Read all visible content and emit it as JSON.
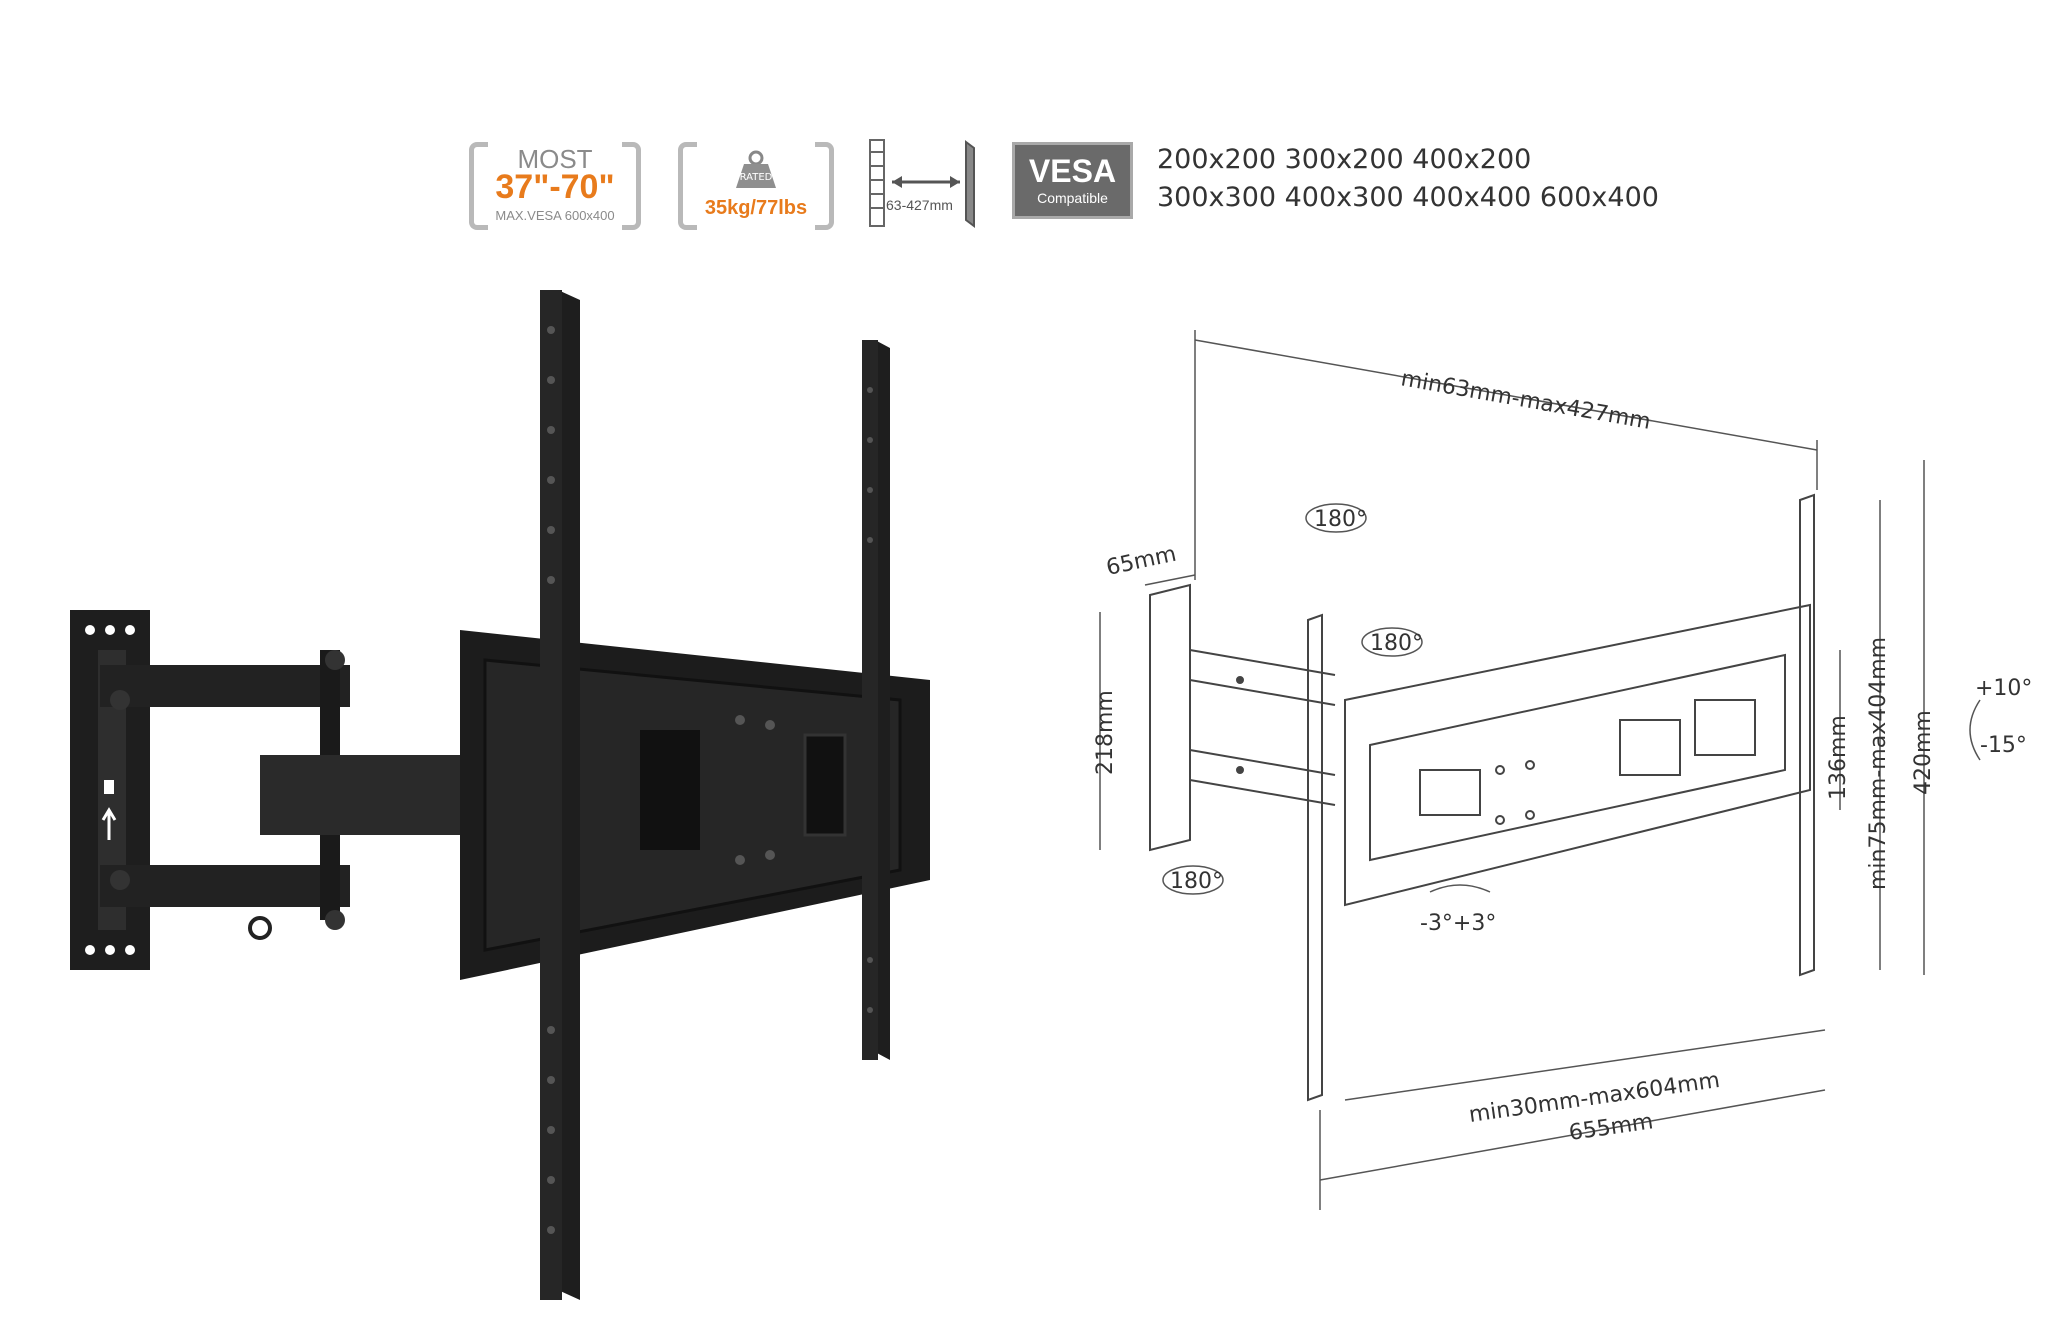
{
  "specs": {
    "screen_size": {
      "prefix": "MOST",
      "range": "37\"-70\"",
      "max_vesa": "MAX.VESA 600x400"
    },
    "load": {
      "rated": "RATED",
      "capacity": "35kg/77lbs"
    },
    "wall_distance": "63-427mm",
    "vesa": {
      "label": "VESA",
      "sub": "Compatible",
      "patterns_line1": "200x200 300x200 400x200",
      "patterns_line2": "300x300 400x300 400x400 600x400"
    }
  },
  "diagram": {
    "extension": "min63mm-max427mm",
    "wall_plate_width": "65mm",
    "wall_plate_height": "218mm",
    "swivel_wall": "180°",
    "swivel_arm": "180°",
    "swivel_top": "180°",
    "rotation": "-3°+3°",
    "vesa_vertical": "136mm",
    "vesa_vertical_range": "min75mm-max404mm",
    "plate_height": "420mm",
    "tilt_up": "+10°",
    "tilt_down": "-15°",
    "vesa_horizontal_range": "min30mm-max604mm",
    "overall_width": "655mm"
  },
  "colors": {
    "accent": "#e87b1c",
    "badge_gray": "#6a6a6a",
    "bracket_gray": "#b9b9b9",
    "metal": "#262626",
    "line": "#555555"
  }
}
